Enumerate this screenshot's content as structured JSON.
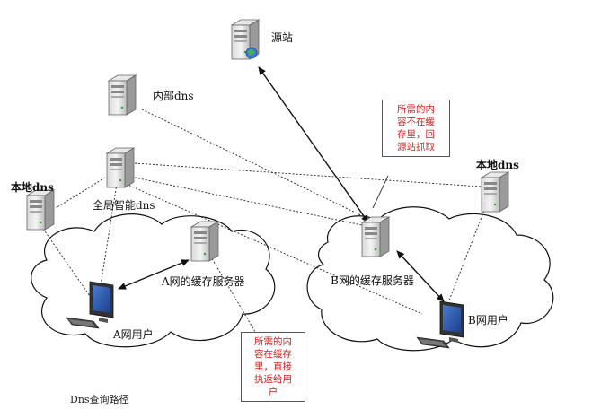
{
  "labels": {
    "origin": "源站",
    "internal_dns": "内部dns",
    "global_dns": "全局智能dns",
    "local_dns_left": "本地dns",
    "local_dns_right": "本地dns",
    "cache_a": "A网的缓存服务器",
    "cache_b": "B网的缓存服务器",
    "user_a": "A网用户",
    "user_b": "B网用户"
  },
  "notes": {
    "miss": [
      "所需的内",
      "容不在缓",
      "存里，回",
      "源站抓取"
    ],
    "hit": [
      "所需的内",
      "容在缓存",
      "里，直接",
      "执返给用",
      "户"
    ]
  },
  "caption": "Dns查询路径",
  "colors": {
    "note_text": "#d42020",
    "line": "#222222"
  }
}
